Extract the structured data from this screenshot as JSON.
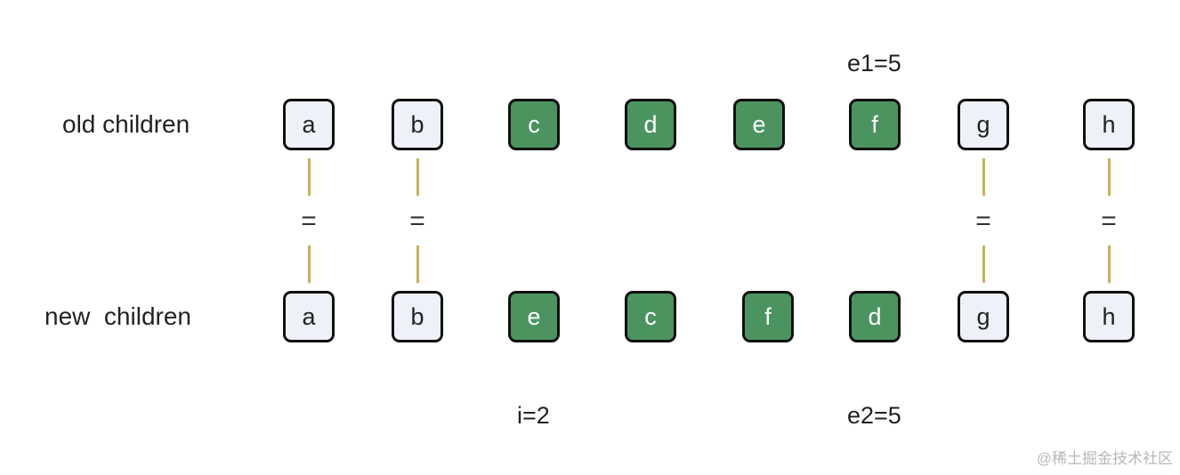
{
  "labels": {
    "old": "old children",
    "new": "new  children"
  },
  "old_nodes": [
    "a",
    "b",
    "c",
    "d",
    "e",
    "f",
    "g",
    "h"
  ],
  "new_nodes": [
    "a",
    "b",
    "e",
    "c",
    "f",
    "d",
    "g",
    "h"
  ],
  "equal_sign": "=",
  "pointers": {
    "e1": "e1=5",
    "i": "i=2",
    "e2": "e2=5"
  },
  "colors": {
    "same_fill": "#eef1f8",
    "changed_fill": "#4b9460",
    "connector": "#c8b15a"
  },
  "watermark": "@稀土掘金技术社区"
}
